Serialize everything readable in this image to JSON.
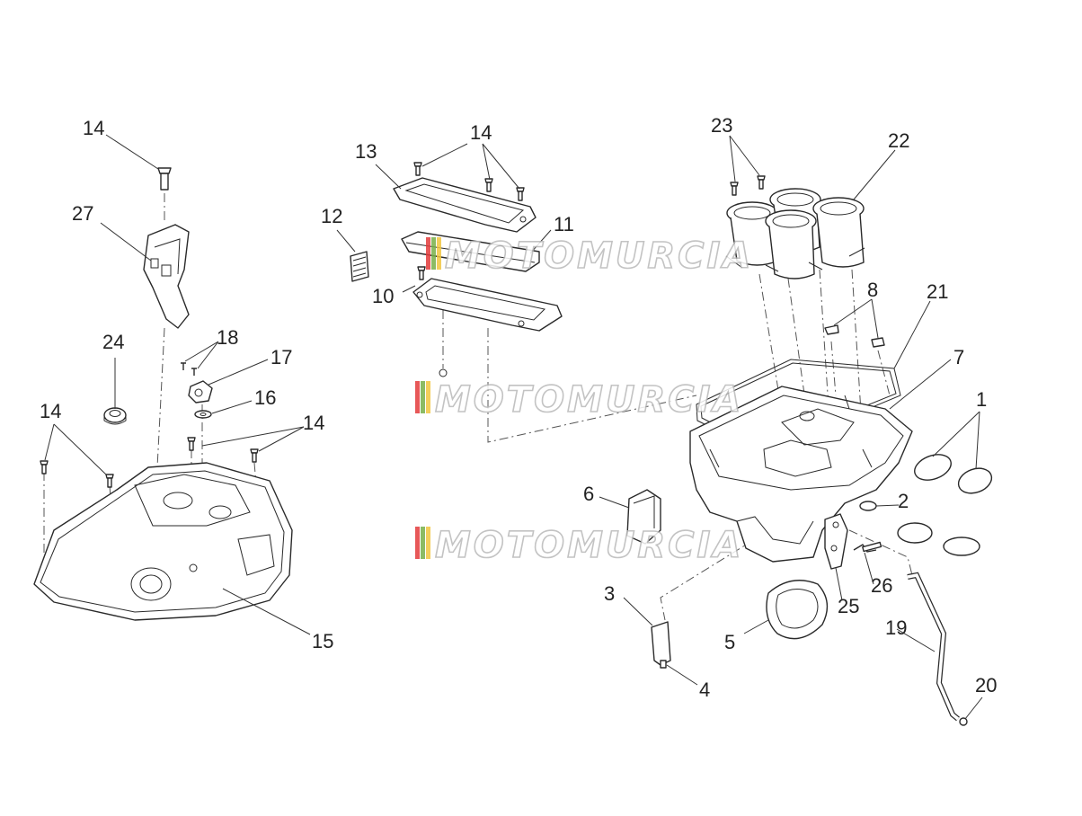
{
  "diagram": {
    "watermark": "MOTOMURCIA",
    "callouts": {
      "c1": "1",
      "c2": "2",
      "c3": "3",
      "c4": "4",
      "c5": "5",
      "c6": "6",
      "c7": "7",
      "c8": "8",
      "c10": "10",
      "c11": "11",
      "c12": "12",
      "c13": "13",
      "c14a": "14",
      "c14b": "14",
      "c14c": "14",
      "c14d": "14",
      "c15": "15",
      "c16": "16",
      "c17": "17",
      "c18": "18",
      "c19": "19",
      "c20": "20",
      "c21": "21",
      "c22": "22",
      "c23": "23",
      "c24": "24",
      "c25": "25",
      "c26": "26",
      "c27": "27"
    },
    "colors": {
      "line": "#2a2a2a",
      "watermark_stroke": "#b9b9b9",
      "stripe_red": "#e33b3b",
      "stripe_green": "#79b04a",
      "stripe_yellow": "#f2c640"
    }
  }
}
